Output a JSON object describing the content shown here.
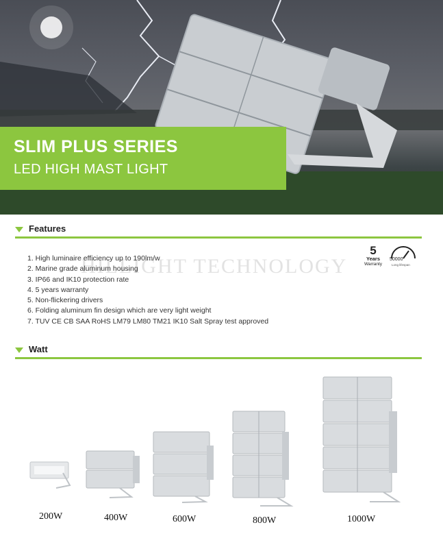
{
  "hero": {
    "title": "SLIM PLUS SERIES",
    "subtitle": "LED HIGH MAST LIGHT"
  },
  "features_section": {
    "heading": "Features",
    "items": [
      "1.  High luminaire efficiency up to 190lm/w",
      "2. Marine grade aluminum housing",
      "3. IP66 and IK10 protection rate",
      "4. 5 years warranty",
      "5. Non-flickering drivers",
      "6. Folding aluminum fin design which are very light weight",
      "7. TUV CE CB SAA RoHS LM79 LM80 TM21 IK10 Salt Spray test approved"
    ],
    "watermark": "HILLIGHT TECHNOLOGY",
    "warranty_badge": {
      "number": "5",
      "line1": "Years",
      "line2": "Warranty"
    },
    "lifespan_badge": {
      "value": "50000",
      "caption": "Long lifespan"
    }
  },
  "watt_section": {
    "heading": "Watt",
    "products": [
      {
        "label": "200W",
        "modules": 1
      },
      {
        "label": "400W",
        "modules": 2
      },
      {
        "label": "600W",
        "modules": 3
      },
      {
        "label": "800W",
        "modules": 4
      },
      {
        "label": "1000W",
        "modules": 5
      }
    ]
  },
  "colors": {
    "accent": "#8cc63f"
  }
}
